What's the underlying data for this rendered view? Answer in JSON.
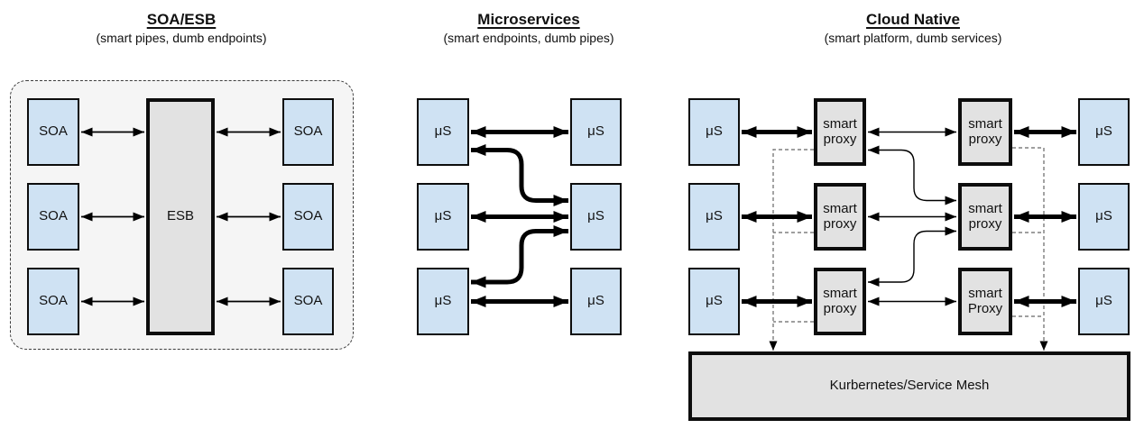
{
  "diagram": {
    "panels": [
      {
        "title": "SOA/ESB",
        "subtitle": "(smart pipes, dumb endpoints)",
        "left_services": [
          "SOA",
          "SOA",
          "SOA"
        ],
        "right_services": [
          "SOA",
          "SOA",
          "SOA"
        ],
        "bus_label": "ESB"
      },
      {
        "title": "Microservices",
        "subtitle": "(smart endpoints, dumb pipes)",
        "left_services": [
          "μS",
          "μS",
          "μS"
        ],
        "right_services": [
          "μS",
          "μS",
          "μS"
        ]
      },
      {
        "title": "Cloud Native",
        "subtitle": "(smart platform, dumb services)",
        "left_services": [
          "μS",
          "μS",
          "μS"
        ],
        "left_proxies": [
          "smart proxy",
          "smart proxy",
          "smart proxy"
        ],
        "right_proxies": [
          "smart proxy",
          "smart proxy",
          "smart Proxy"
        ],
        "right_services": [
          "μS",
          "μS",
          "μS"
        ],
        "platform_label": "Kurbernetes/Service Mesh"
      }
    ],
    "colors": {
      "service_fill": "#cfe2f3",
      "infrastructure_fill": "#e2e2e2",
      "panel_background": "#f5f5f5",
      "line": "#000000",
      "dashed_line": "#666666"
    }
  }
}
